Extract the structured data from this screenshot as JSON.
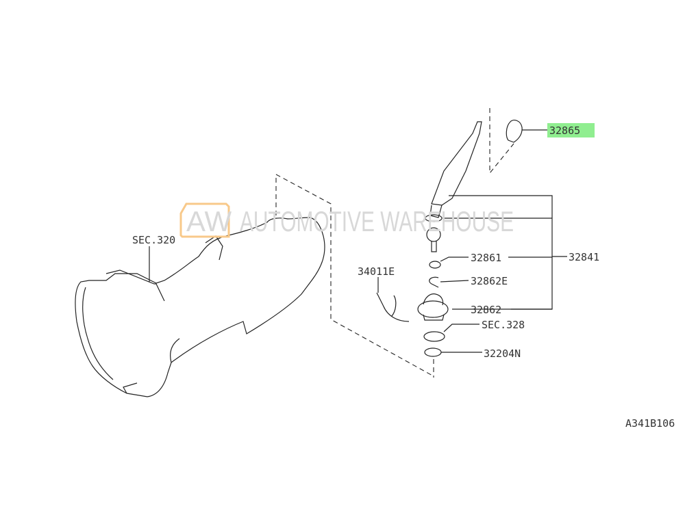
{
  "diagram_id": "A341B106",
  "watermark": {
    "logo": "AW",
    "text": "AUTOMOTIVE WAREHOUSE"
  },
  "colors": {
    "highlight": "#90ee90",
    "logo_border": "#f8c98a",
    "line": "#222222"
  },
  "parts": [
    {
      "id": "32865",
      "label": "32865",
      "highlighted": true
    },
    {
      "id": "32841",
      "label": "32841",
      "highlighted": false
    },
    {
      "id": "32861",
      "label": "32861",
      "highlighted": false
    },
    {
      "id": "32862E",
      "label": "32862E",
      "highlighted": false
    },
    {
      "id": "32862",
      "label": "32862",
      "highlighted": false
    },
    {
      "id": "SEC.328",
      "label": "SEC.328",
      "highlighted": false
    },
    {
      "id": "32204N",
      "label": "32204N",
      "highlighted": false
    },
    {
      "id": "34011E",
      "label": "34011E",
      "highlighted": false
    },
    {
      "id": "SEC.320",
      "label": "SEC.320",
      "highlighted": false
    }
  ]
}
